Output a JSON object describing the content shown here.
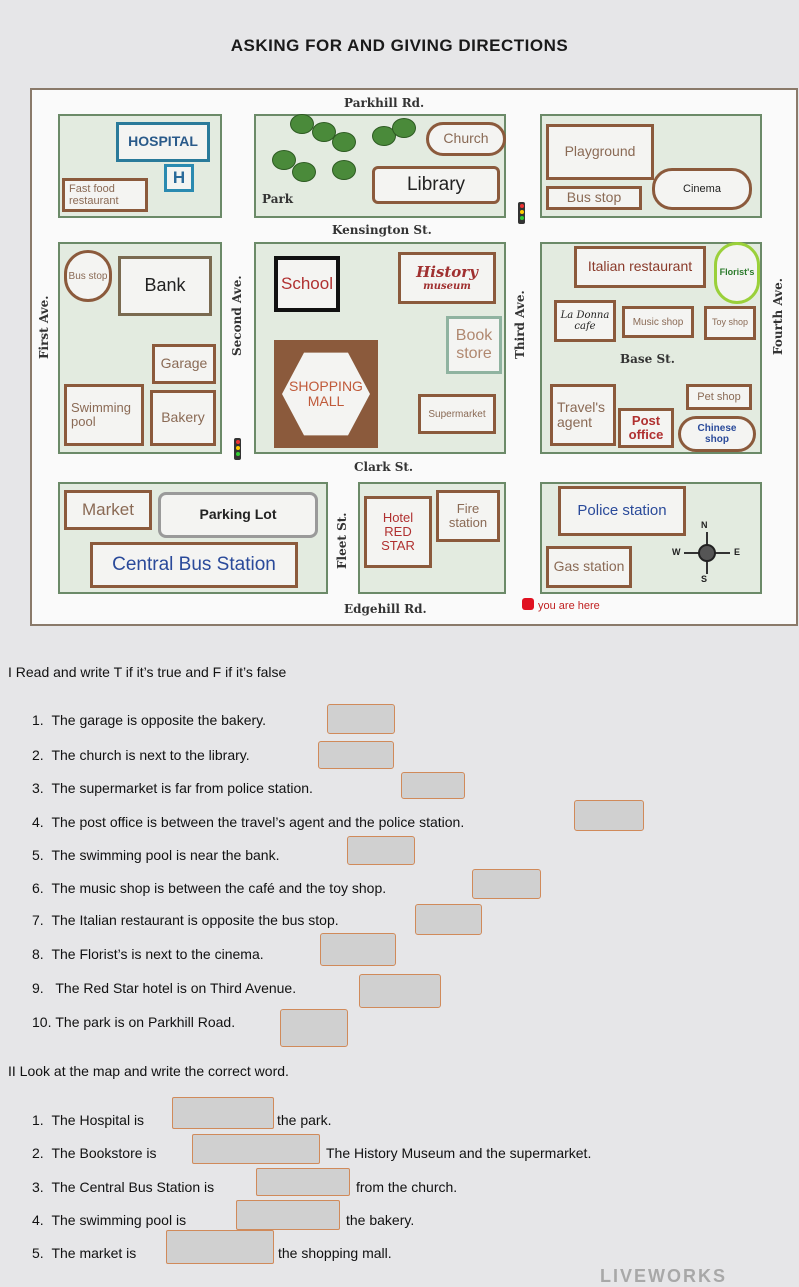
{
  "title": "ASKING FOR AND GIVING DIRECTIONS",
  "map": {
    "streets": {
      "parkhill": "Parkhill Rd.",
      "kensington": "Kensington St.",
      "base": "Base St.",
      "clark": "Clark St.",
      "edgehill": "Edgehill Rd.",
      "first": "First Ave.",
      "second": "Second Ave.",
      "third": "Third Ave.",
      "fourth": "Fourth Ave.",
      "fleet": "Fleet St."
    },
    "places": {
      "hospital": "HOSPITAL",
      "hospital_h": "H",
      "fast_food": "Fast food restaurant",
      "park": "Park",
      "church": "Church",
      "library": "Library",
      "playground": "Playground",
      "cinema": "Cinema",
      "bus_stop_top": "Bus stop",
      "bus_stop_left": "Bus stop",
      "bank": "Bank",
      "school": "School",
      "history": "History",
      "museum": "museum",
      "italian": "Italian restaurant",
      "florist": "Florist's",
      "la_donna": "La Donna",
      "cafe": "cafe",
      "music_shop": "Music shop",
      "toy_shop": "Toy shop",
      "book": "Book",
      "store": "store",
      "garage": "Garage",
      "shopping": "SHOPPING",
      "mall": "MALL",
      "swimming_pool": "Swimming pool",
      "bakery": "Bakery",
      "supermarket": "Supermarket",
      "travels": "Travel's",
      "agent": "agent",
      "pet_shop": "Pet shop",
      "post": "Post",
      "office": "office",
      "chinese": "Chinese",
      "shop": "shop",
      "market": "Market",
      "parking_lot": "Parking Lot",
      "hotel": "Hotel",
      "red": "RED",
      "star": "STAR",
      "fire": "Fire",
      "station": "station",
      "police_station": "Police station",
      "central_bus": "Central Bus Station",
      "gas_station": "Gas station",
      "you_are_here": "you are here"
    },
    "compass": {
      "n": "N",
      "s": "S",
      "e": "E",
      "w": "W"
    }
  },
  "section1": {
    "heading": "I Read and write T if it’s true and F if it’s false",
    "items": [
      {
        "num": "1.",
        "text": "The garage is opposite the bakery."
      },
      {
        "num": "2.",
        "text": "The church is next to the library."
      },
      {
        "num": "3.",
        "text": "The supermarket is far from police station."
      },
      {
        "num": "4.",
        "text": "The post office is between the travel’s agent and the police station."
      },
      {
        "num": "5.",
        "text": "The swimming pool is near the bank."
      },
      {
        "num": "6.",
        "text": "The music shop is between the café and the toy shop."
      },
      {
        "num": "7.",
        "text": "The Italian restaurant is opposite the bus stop."
      },
      {
        "num": "8.",
        "text": "The Florist’s is next to the cinema."
      },
      {
        "num": "9.",
        "text": "The Red Star hotel is on Third Avenue."
      },
      {
        "num": "10.",
        "text": "The park is on Parkhill Road."
      }
    ]
  },
  "section2": {
    "heading": "II Look at the map and write the correct word.",
    "items": [
      {
        "num": "1.",
        "before": "The Hospital is",
        "after": "the park."
      },
      {
        "num": "2.",
        "before": "The Bookstore is",
        "after": "The History Museum and the supermarket."
      },
      {
        "num": "3.",
        "before": "The Central Bus Station is",
        "after": "from the church."
      },
      {
        "num": "4.",
        "before": "The swimming pool is",
        "after": "the bakery."
      },
      {
        "num": "5.",
        "before": "The market is",
        "after": "the shopping mall."
      }
    ]
  },
  "watermark": "LIVEWORKS"
}
